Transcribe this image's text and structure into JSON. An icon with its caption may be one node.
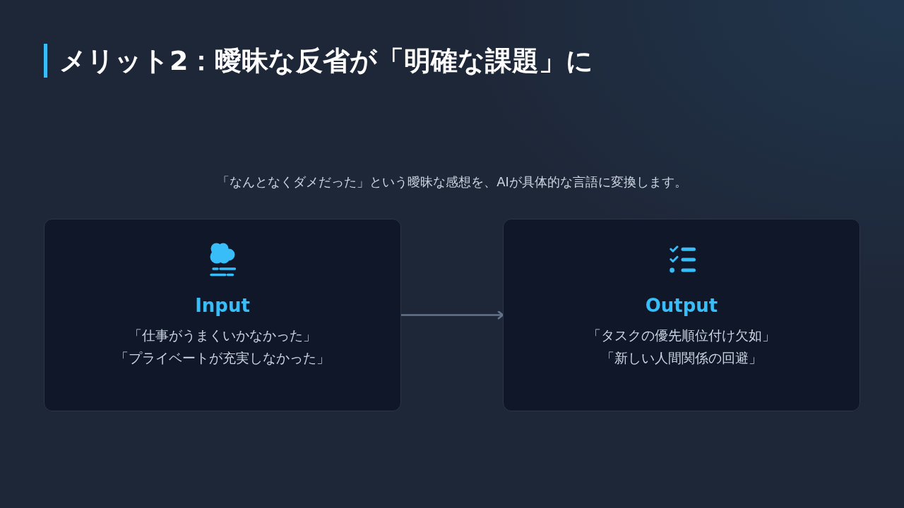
{
  "diagram": {
    "title": "メリット2：曖昧な反省が「明確な課題」に",
    "nodes": [
      {
        "text": [
          "Input",
          "「仕事がうまくいかなかった」",
          "「プライベートが充実しなかった」"
        ]
      },
      {
        "text": [
          "Output",
          "「タスクの優先順位付け欠如」",
          "「新しい人間関係の回避」"
        ]
      }
    ],
    "edges": [
      {
        "from": 0,
        "to": 1,
        "arrow": "to"
      }
    ],
    "labels": [
      "「なんとなくダメだった」という曖昧な感想を、AIが具体的な言語に変換します。"
    ]
  }
}
